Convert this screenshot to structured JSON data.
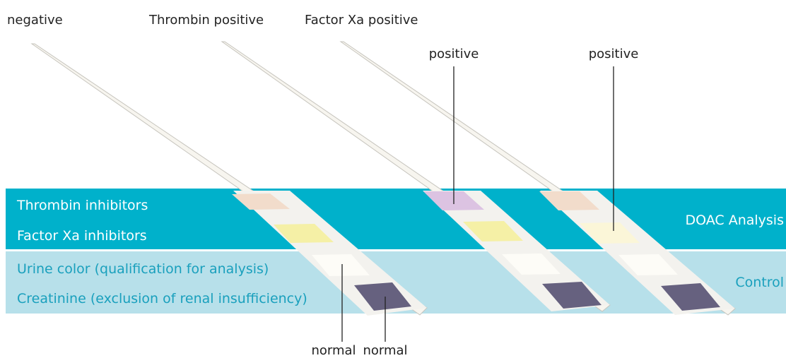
{
  "top_labels": {
    "negative": "negative",
    "thrombin_positive": "Thrombin positive",
    "factor_xa_positive": "Factor Xa positive"
  },
  "pad_labels": {
    "positive_1": "positive",
    "positive_2": "positive",
    "normal_1": "normal",
    "normal_2": "normal"
  },
  "doac_band": {
    "row_1": "Thrombin inhibitors",
    "row_2": "Factor Xa inhibitors",
    "title": "DOAC Analysis",
    "color": "#00b1cb"
  },
  "control_band": {
    "row_1": "Urine color (qualification for analysis)",
    "row_2": "Creatinine (exclusion of renal insufficiency)",
    "title": "Control",
    "color": "#b7e0ea"
  },
  "pad_colors": {
    "peach": "#f2dccb",
    "yellow": "#f5f0a6",
    "purple": "#dcc3e2",
    "cream": "#fbf6d8",
    "white": "#fdfcf7",
    "dark": "#66617f"
  }
}
